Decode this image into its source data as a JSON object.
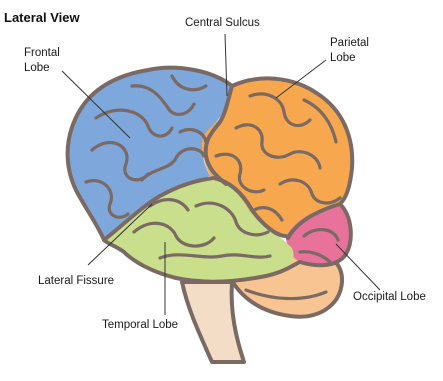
{
  "title": "Lateral View",
  "labels": {
    "central_sulcus": "Central Sulcus",
    "frontal_line1": "Frontal",
    "frontal_line2": "Lobe",
    "parietal_line1": "Parietal",
    "parietal_line2": "Lobe",
    "lateral_fissure": "Lateral Fissure",
    "temporal_lobe": "Temporal Lobe",
    "occipital_lobe": "Occipital Lobe"
  },
  "colors": {
    "frontal": "#7ea7dc",
    "parietal": "#f7a84f",
    "temporal": "#c9df8c",
    "occipital": "#e8729a",
    "cerebellum": "#f8c592",
    "brainstem": "#f4ddc6",
    "outline": "#7a6a63"
  }
}
